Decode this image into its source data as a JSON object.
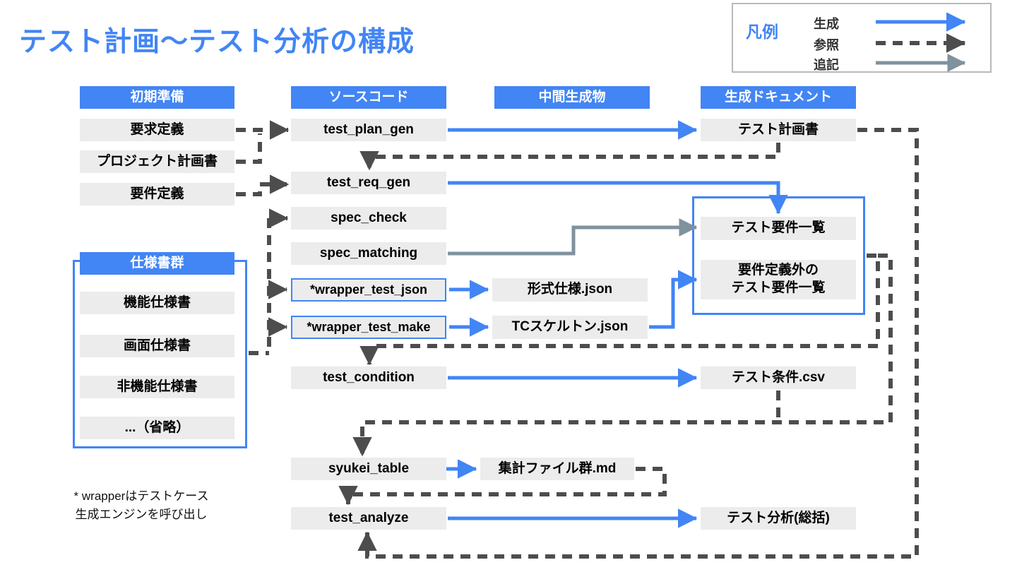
{
  "title": "テスト計画～テスト分析の構成",
  "legend": {
    "title": "凡例",
    "generate_label": "生成",
    "reference_label": "参照",
    "append_label": "追記"
  },
  "headers": {
    "initial": "初期準備",
    "source": "ソースコード",
    "intermediate": "中間生成物",
    "generated": "生成ドキュメント"
  },
  "initial_items": {
    "req_def": "要求定義",
    "project_plan": "プロジェクト計画書",
    "requirements": "要件定義"
  },
  "spec_group": {
    "title": "仕様書群",
    "functional": "機能仕様書",
    "screen": "画面仕様書",
    "nonfunctional": "非機能仕様書",
    "omitted": "...（省略）"
  },
  "source_items": {
    "test_plan_gen": "test_plan_gen",
    "test_req_gen": "test_req_gen",
    "spec_check": "spec_check",
    "spec_matching": "spec_matching",
    "wrapper_test_json": "*wrapper_test_json",
    "wrapper_test_make": "*wrapper_test_make",
    "test_condition": "test_condition",
    "syukei_table": "syukei_table",
    "test_analyze": "test_analyze"
  },
  "intermediate_items": {
    "format_spec": "形式仕様.json",
    "tc_skeleton": "TCスケルトン.json",
    "syukei_files": "集計ファイル群.md"
  },
  "generated_items": {
    "test_plan_doc": "テスト計画書",
    "test_req_list": "テスト要件一覧",
    "extra_req_line1": "要件定義外の",
    "extra_req_line2": "テスト要件一覧",
    "test_condition_csv": "テスト条件.csv",
    "test_analysis": "テスト分析(総括)"
  },
  "footnote": {
    "line1": "* wrapperはテストケース",
    "line2": "生成エンジンを呼び出し"
  },
  "colors": {
    "accent_blue": "#4285f4",
    "reference_dark": "#4d4d4d",
    "append_gray": "#7f929e",
    "node_gray": "#ececec"
  }
}
